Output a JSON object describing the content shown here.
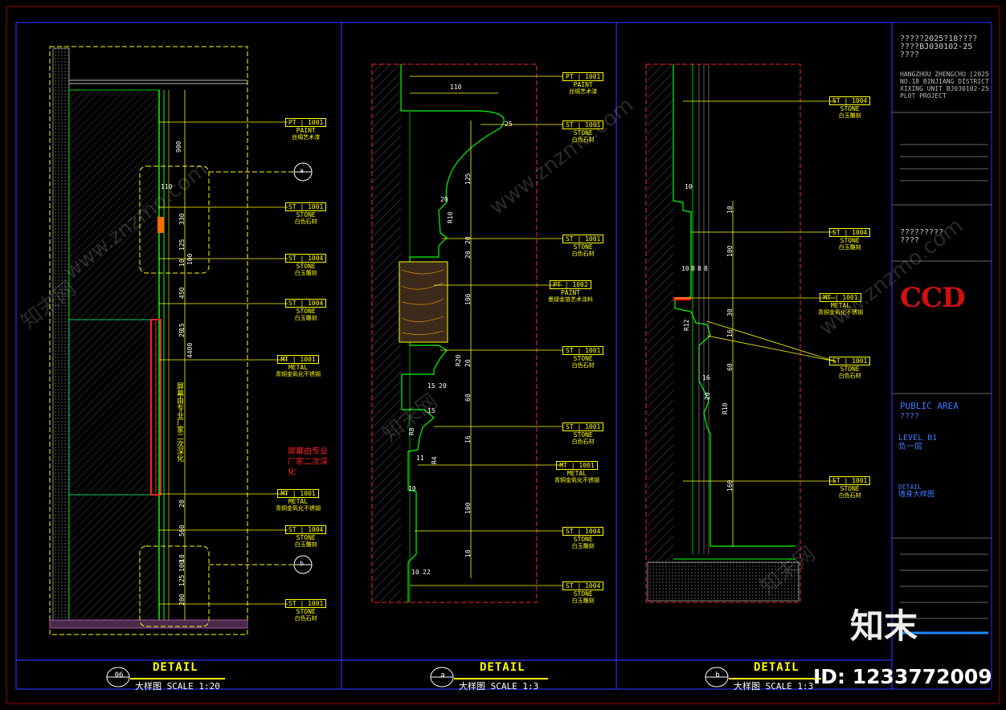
{
  "panels": [
    {
      "bubble": "06",
      "head": "DETAIL",
      "sub": "大样图 SCALE 1:20"
    },
    {
      "bubble": "a",
      "head": "DETAIL",
      "sub": "大样图 SCALE 1:3"
    },
    {
      "bubble": "b",
      "head": "DETAIL",
      "sub": "大样图 SCALE 1:3"
    }
  ],
  "panel1": {
    "tags": [
      {
        "code": "PT | 1001",
        "name": "PAINT",
        "cn": "丝绸艺术漆"
      },
      {
        "code": "ST | 1001",
        "name": "STONE",
        "cn": "白色石材"
      },
      {
        "code": "ST | 1004",
        "name": "STONE",
        "cn": "白玉雕刻"
      },
      {
        "code": "ST | 1004",
        "name": "STONE",
        "cn": "白玉雕刻"
      },
      {
        "code": "MT | 1001",
        "name": "METAL",
        "cn": "青铜金氧化不锈钢"
      },
      {
        "code": "MT | 1001",
        "name": "METAL",
        "cn": "青铜金氧化不锈钢"
      },
      {
        "code": "ST | 1004",
        "name": "STONE",
        "cn": "白玉雕刻"
      },
      {
        "code": "ST | 1001",
        "name": "STONE",
        "cn": "白色石材"
      }
    ],
    "dims": [
      "900",
      "110",
      "330",
      "125",
      "100",
      "10",
      "450",
      "15",
      "20",
      "4400",
      "20",
      "560",
      "100",
      "10",
      "125",
      "200"
    ],
    "vertical_note": "屏幕由专业厂家二次深化",
    "red_note": "屏幕由专业\n厂家二次深\n化",
    "callouts": [
      "a",
      "b"
    ]
  },
  "panel2": {
    "tags": [
      {
        "code": "PT | 1001",
        "name": "PAINT",
        "cn": "丝绸艺术漆"
      },
      {
        "code": "ST | 1001",
        "name": "STONE",
        "cn": "白色石材"
      },
      {
        "code": "ST | 1001",
        "name": "STONE",
        "cn": "白色石材"
      },
      {
        "code": "PT | 1002",
        "name": "PAINT",
        "cn": "墨绿金箔艺术涂料"
      },
      {
        "code": "ST | 1001",
        "name": "STONE",
        "cn": "白色石材"
      },
      {
        "code": "ST | 1001",
        "name": "STONE",
        "cn": "白色石材"
      },
      {
        "code": "MT | 1001",
        "name": "METAL",
        "cn": "青铜金氧化不锈钢"
      },
      {
        "code": "ST | 1004",
        "name": "STONE",
        "cn": "白玉雕刻"
      },
      {
        "code": "ST | 1004",
        "name": "STONE",
        "cn": "白玉雕刻"
      }
    ],
    "dims": [
      "110",
      "25",
      "125",
      "20",
      "R10",
      "20",
      "20",
      "100",
      "R20",
      "20",
      "15",
      "20",
      "60",
      "15",
      "R8",
      "11",
      "R4",
      "16",
      "10",
      "100",
      "10",
      "10",
      "22"
    ]
  },
  "panel3": {
    "tags": [
      {
        "code": "ST | 1004",
        "name": "STONE",
        "cn": "白玉雕刻"
      },
      {
        "code": "ST | 1004",
        "name": "STONE",
        "cn": "白玉雕刻"
      },
      {
        "code": "MT | 1001",
        "name": "METAL",
        "cn": "青铜金氧化不锈钢"
      },
      {
        "code": "ST | 1001",
        "name": "STONE",
        "cn": "白色石材"
      },
      {
        "code": "ST | 1001",
        "name": "STONE",
        "cn": "白色石材"
      }
    ],
    "dims": [
      "10",
      "10",
      "100",
      "10",
      "8",
      "8",
      "8",
      "R12",
      "16",
      "30",
      "60",
      "16",
      "20",
      "R10",
      "160"
    ]
  },
  "sidebar": {
    "project_cn": "?????2025?18????\n????BJ030102-25\n????",
    "project_en": "HANGZHOU ZHENGCHU [2025\nNO.18 BINJIANG DISTRICT\nXIXING UNIT BJ030102-25\nPLOT PROJECT",
    "client": "?????????\n????",
    "logo": "CCD",
    "area_en": "PUBLIC AREA",
    "area_cn": "????",
    "level_en": "LEVEL B1",
    "level_cn": "负一层",
    "detail_en": "DETAIL",
    "detail_cn": "墙身大样图"
  },
  "watermarks": [
    "www.znzmo.com",
    "知末网",
    "www.znzmo.com",
    "知末网",
    "www.znzmo.com",
    "知末网"
  ],
  "brand": "知末",
  "id_label": "ID: 1233772009",
  "colors": {
    "line_yellow": "#ffff00",
    "line_green": "#00ff00",
    "line_red": "#ff2222",
    "frame_blue": "#3030ff",
    "white": "#ffffff"
  }
}
